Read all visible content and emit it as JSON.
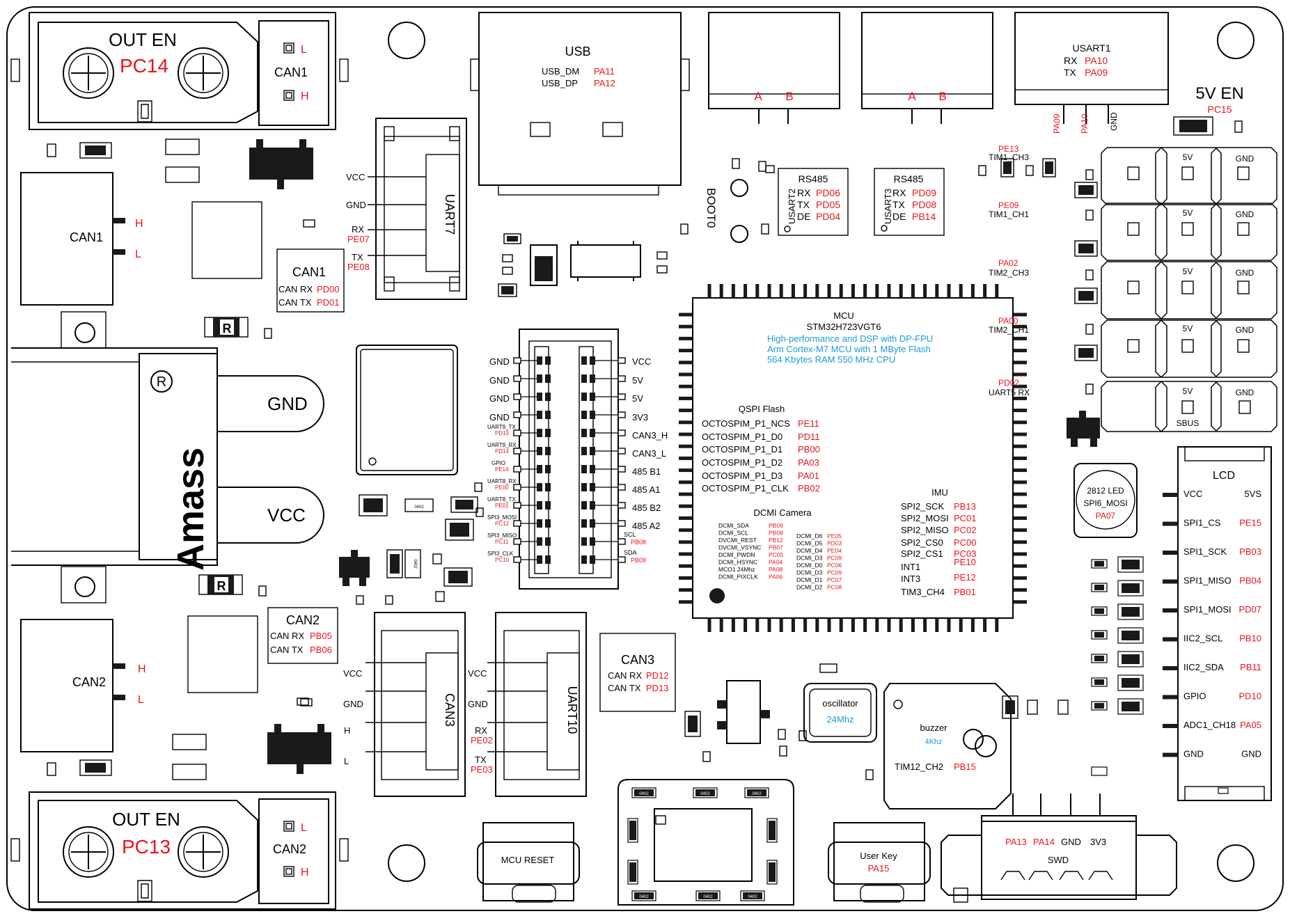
{
  "out_en_top": {
    "title": "OUT EN",
    "pin": "PC14",
    "can_label": "CAN1",
    "l": "L",
    "h": "H"
  },
  "out_en_bottom": {
    "title": "OUT EN",
    "pin": "PC13",
    "can_label": "CAN2",
    "l": "L",
    "h": "H"
  },
  "can1_conn": {
    "label": "CAN1",
    "h": "H",
    "l": "L"
  },
  "can2_conn": {
    "label": "CAN2",
    "h": "H",
    "l": "L"
  },
  "can1_box": {
    "title": "CAN1",
    "rx": "CAN RX",
    "rx_pin": "PD00",
    "tx": "CAN TX",
    "tx_pin": "PD01"
  },
  "can2_box": {
    "title": "CAN2",
    "rx": "CAN RX",
    "rx_pin": "PB05",
    "tx": "CAN TX",
    "tx_pin": "PB06"
  },
  "can3_box": {
    "title": "CAN3",
    "rx": "CAN RX",
    "rx_pin": "PD12",
    "tx": "CAN TX",
    "tx_pin": "PD13"
  },
  "power": {
    "brand": "Amass",
    "reg": "R",
    "gnd": "GND",
    "vcc": "VCC"
  },
  "resistor_label": "R",
  "uart7": {
    "label": "UART7",
    "vcc": "VCC",
    "gnd": "GND",
    "rx": "RX",
    "rx_pin": "PE07",
    "tx": "TX",
    "tx_pin": "PE08"
  },
  "can3_conn": {
    "label": "CAN3",
    "vcc": "VCC",
    "gnd": "GND",
    "h": "H",
    "l": "L"
  },
  "uart10": {
    "label": "UART10",
    "vcc": "VCC",
    "gnd": "GND",
    "rx": "RX",
    "rx_pin": "PE02",
    "tx": "TX",
    "tx_pin": "PE03"
  },
  "usb": {
    "title": "USB",
    "dm": "USB_DM",
    "dm_pin": "PA11",
    "dp": "USB_DP",
    "dp_pin": "PA12"
  },
  "rs485_a": {
    "a": "A",
    "b": "B"
  },
  "rs485_b": {
    "a": "A",
    "b": "B"
  },
  "usart1": {
    "title": "USART1",
    "rx": "RX",
    "rx_pin": "PA10",
    "tx": "TX",
    "tx_pin": "PA09",
    "p1": "PA09",
    "p2": "PA10",
    "p3": "GND"
  },
  "en5v": {
    "title": "5V EN",
    "pin": "PC15"
  },
  "boot": "BOOT0",
  "usart2": {
    "title": "RS485",
    "side": "USART2",
    "rx": "RX",
    "rx_pin": "PD06",
    "tx": "TX",
    "tx_pin": "PD05",
    "de": "DE",
    "de_pin": "PD04"
  },
  "usart3": {
    "title": "RS485",
    "side": "USART3",
    "rx": "RX",
    "rx_pin": "PD09",
    "tx": "TX",
    "tx_pin": "PD08",
    "de": "DE",
    "de_pin": "PB14"
  },
  "pwm": [
    {
      "pin": "PE13",
      "ch": "TIM1_CH3",
      "v": "5V",
      "g": "GND"
    },
    {
      "pin": "PE09",
      "ch": "TIM1_CH1",
      "v": "5V",
      "g": "GND"
    },
    {
      "pin": "PA02",
      "ch": "TIM2_CH3",
      "v": "5V",
      "g": "GND"
    },
    {
      "pin": "PA00",
      "ch": "TIM2_CH1",
      "v": "5V",
      "g": "GND"
    }
  ],
  "sbus": {
    "pin": "PD02",
    "ch": "UART5 RX",
    "v": "5V",
    "g": "GND",
    "label": "SBUS"
  },
  "header_left": [
    {
      "label": "GND",
      "pin": ""
    },
    {
      "label": "GND",
      "pin": ""
    },
    {
      "label": "GND",
      "pin": ""
    },
    {
      "label": "GND",
      "pin": ""
    },
    {
      "label": "UART9_TX",
      "pin": "PD15"
    },
    {
      "label": "UART9_RX",
      "pin": "PD14"
    },
    {
      "label": "GPIO",
      "pin": "PE14"
    },
    {
      "label": "UART8_RX",
      "pin": "PE00"
    },
    {
      "label": "UART8_TX",
      "pin": "PE01"
    },
    {
      "label": "SPI3_MOSI",
      "pin": "PC12"
    },
    {
      "label": "SPI3_MISO",
      "pin": "PC11"
    },
    {
      "label": "SPI3_CLK",
      "pin": "PC10"
    }
  ],
  "header_right": [
    {
      "label": "VCC",
      "pin": ""
    },
    {
      "label": "5V",
      "pin": ""
    },
    {
      "label": "5V",
      "pin": ""
    },
    {
      "label": "3V3",
      "pin": ""
    },
    {
      "label": "CAN3_H",
      "pin": ""
    },
    {
      "label": "CAN3_L",
      "pin": ""
    },
    {
      "label": "485 B1",
      "pin": ""
    },
    {
      "label": "485 A1",
      "pin": ""
    },
    {
      "label": "485 B2",
      "pin": ""
    },
    {
      "label": "485 A2",
      "pin": ""
    },
    {
      "label": "SCL",
      "pin": "PB08"
    },
    {
      "label": "SDA",
      "pin": "PB09"
    }
  ],
  "mcu": {
    "title": "MCU",
    "model": "STM32H723VGT6",
    "desc": [
      "High-performance and DSP with DP-FPU",
      "Arm Cortex-M7 MCU with 1 MByte Flash",
      "564 Kbytes RAM 550 MHz CPU"
    ],
    "qspi_title": "QSPI Flash",
    "qspi": [
      {
        "s": "OCTOSPIM_P1_NCS",
        "p": "PE11"
      },
      {
        "s": "OCTOSPIM_P1_D0",
        "p": "PD11"
      },
      {
        "s": "OCTOSPIM_P1_D1",
        "p": "PB00"
      },
      {
        "s": "OCTOSPIM_P1_D2",
        "p": "PA03"
      },
      {
        "s": "OCTOSPIM_P1_D3",
        "p": "PA01"
      },
      {
        "s": "OCTOSPIM_P1_CLK",
        "p": "PB02"
      }
    ],
    "imu_title": "IMU",
    "imu": [
      {
        "s": "SPI2_SCK",
        "p": "PB13"
      },
      {
        "s": "SPI2_MOSI",
        "p": "PC01"
      },
      {
        "s": "SPI2_MISO",
        "p": "PC02"
      },
      {
        "s": "SPI2_CS0",
        "p": "PC00"
      },
      {
        "s": "SPI2_CS1",
        "p": "PC03"
      },
      {
        "s": "",
        "p": "PE10"
      },
      {
        "s": "INT1",
        "p": ""
      },
      {
        "s": "INT3",
        "p": "PE12"
      },
      {
        "s": "TIM3_CH4",
        "p": "PB01"
      }
    ],
    "dcmi_title": "DCMI Camera",
    "dcmi_left": [
      {
        "s": "DCMI_SDA",
        "p": "PB09"
      },
      {
        "s": "DCMI_SCL",
        "p": "PB08"
      },
      {
        "s": "DVCMI_REST",
        "p": "PB12"
      },
      {
        "s": "DVCMI_VSYNC",
        "p": "PB07"
      },
      {
        "s": "DCMI_PWDN",
        "p": "PC05"
      },
      {
        "s": "DCMI_HSYNC",
        "p": "PA04"
      },
      {
        "s": "MCO1 24Mhz",
        "p": "PA08"
      },
      {
        "s": "DCMI_PIXCLK",
        "p": "PA06"
      }
    ],
    "dcmi_right": [
      {
        "s": "DCMI_D6",
        "p": "PE05"
      },
      {
        "s": "DCMI_D5",
        "p": "PD03"
      },
      {
        "s": "DCMI_D4",
        "p": "PE04"
      },
      {
        "s": "DCMI_D3",
        "p": "PC09"
      },
      {
        "s": "DCMI_D0",
        "p": "PC06"
      },
      {
        "s": "DCMI_D3",
        "p": "PC09"
      },
      {
        "s": "DCMI_D1",
        "p": "PC07"
      },
      {
        "s": "DCMI_D2",
        "p": "PC08"
      }
    ]
  },
  "led": {
    "title": "2812 LED",
    "sub": "SPI6_MOSI",
    "pin": "PA07"
  },
  "lcd": {
    "title": "LCD",
    "rows": [
      {
        "s": "VCC",
        "p": "5VS",
        "red": false
      },
      {
        "s": "SPI1_CS",
        "p": "PE15",
        "red": true
      },
      {
        "s": "SPI1_SCK",
        "p": "PB03",
        "red": true
      },
      {
        "s": "SPI1_MISO",
        "p": "PB04",
        "red": true
      },
      {
        "s": "SPI1_MOSI",
        "p": "PD07",
        "red": true
      },
      {
        "s": "IIC2_SCL",
        "p": "PB10",
        "red": true
      },
      {
        "s": "IIC2_SDA",
        "p": "PB11",
        "red": true
      },
      {
        "s": "GPIO",
        "p": "PD10",
        "red": true
      },
      {
        "s": "ADC1_CH18",
        "p": "PA05",
        "red": true
      },
      {
        "s": "GND",
        "p": "GND",
        "red": false
      }
    ]
  },
  "osc": {
    "title": "oscillator",
    "freq": "24Mhz"
  },
  "buzzer": {
    "title": "buzzer",
    "freq": "4Khz",
    "tim": "TIM12_CH2",
    "pin": "PB15"
  },
  "mcu_reset": "MCU RESET",
  "user_key": {
    "title": "User Key",
    "pin": "PA15"
  },
  "swd": {
    "p1": "PA13",
    "p2": "PA14",
    "p3": "GND",
    "p4": "3V3",
    "label": "SWD"
  },
  "chip_code": "0402"
}
